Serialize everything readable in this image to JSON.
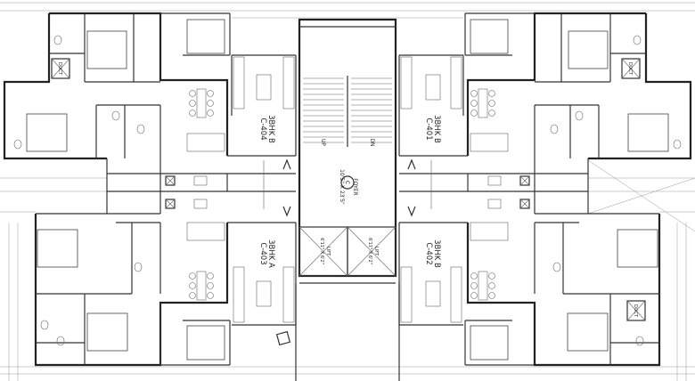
{
  "units": [
    {
      "type": "3BHK B",
      "code": "C-404"
    },
    {
      "type": "3BHK B",
      "code": "C-401"
    },
    {
      "type": "3BHK A",
      "code": "C-403"
    },
    {
      "type": "3BHK B",
      "code": "C-402"
    }
  ],
  "foyer": {
    "label": "FOYER",
    "size": "10'5\" X 23'5\"",
    "marker": "C"
  },
  "stair": {
    "up": "UP",
    "down": "DN"
  },
  "lifts": [
    {
      "label": "LIFT",
      "size": "6'11\" X 6'2\""
    },
    {
      "label": "LIFT",
      "size": "6'11\" X 6'2\""
    }
  ],
  "duct": "DUCT"
}
